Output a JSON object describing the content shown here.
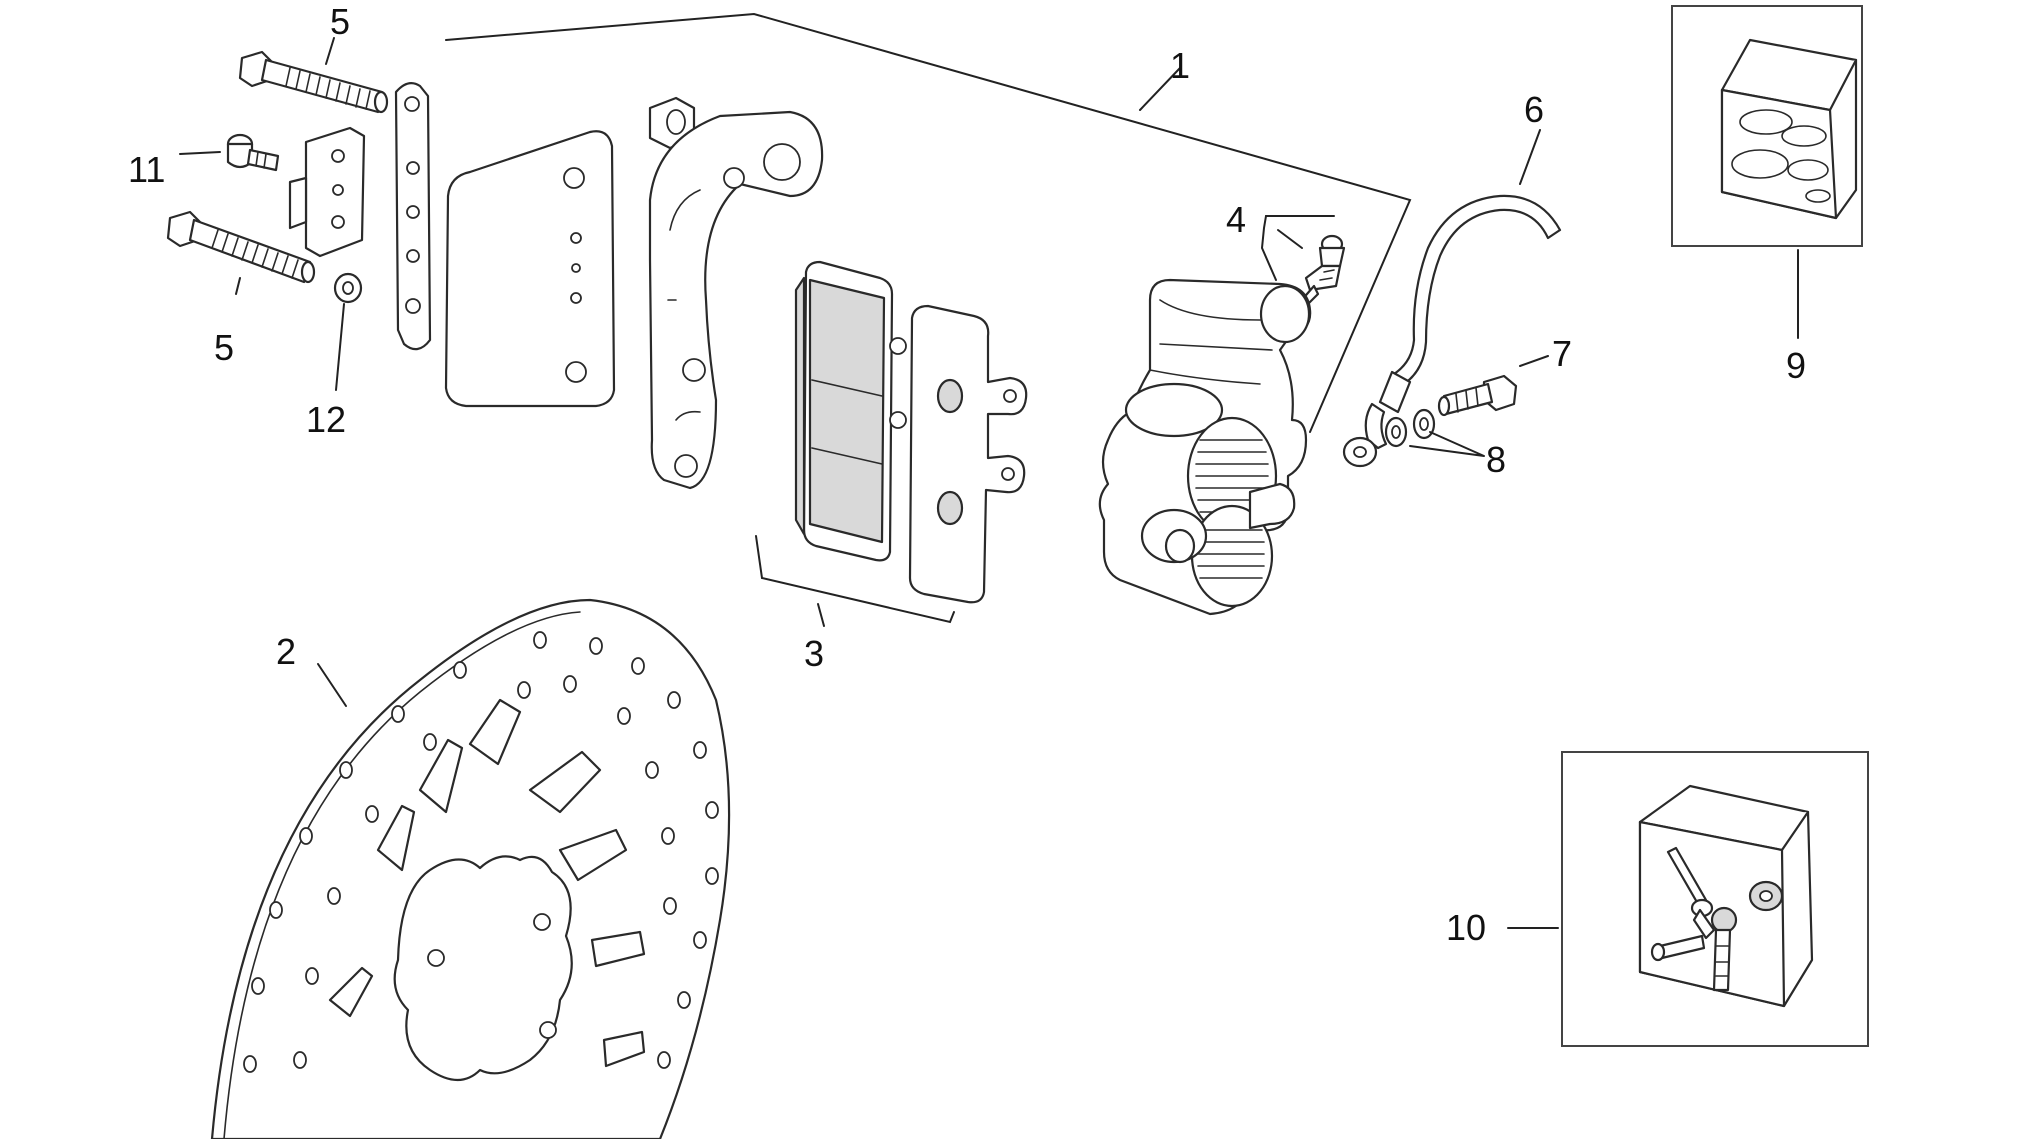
{
  "diagram": {
    "callouts": {
      "c1": "1",
      "c2": "2",
      "c3": "3",
      "c4": "4",
      "c5a": "5",
      "c5b": "5",
      "c6": "6",
      "c7": "7",
      "c8": "8",
      "c9": "9",
      "c10": "10",
      "c11": "11",
      "c12": "12"
    }
  },
  "colors": {
    "line": "#2a2a2a",
    "background": "#ffffff",
    "pad_fill": "#d9d9d9"
  }
}
